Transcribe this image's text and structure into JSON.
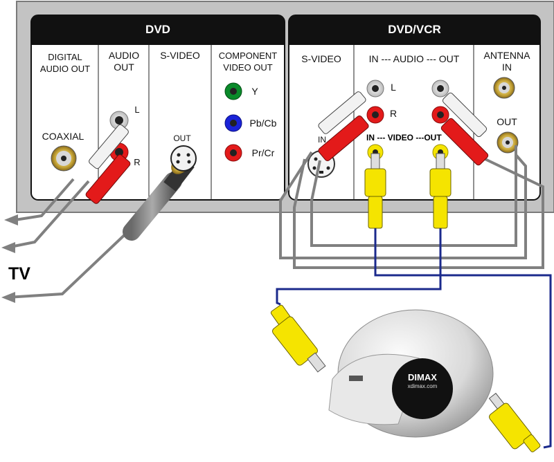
{
  "dvd": {
    "title": "DVD",
    "digital_audio_out": "DIGITAL\nAUDIO OUT",
    "coaxial": "COAXIAL",
    "audio_out": "AUDIO\nOUT",
    "l": "L",
    "r": "R",
    "s_video": "S-VIDEO",
    "out": "OUT",
    "component_video_out": "COMPONENT\nVIDEO OUT",
    "y": "Y",
    "pb_cb": "Pb/Cb",
    "pr_cr": "Pr/Cr"
  },
  "dvdvcr": {
    "title": "DVD/VCR",
    "s_video": "S-VIDEO",
    "in_audio_out": "IN --- AUDIO --- OUT",
    "l": "L",
    "r": "R",
    "in": "IN",
    "video": "IN --- VIDEO ---OUT",
    "antenna_in": "ANTENNA\nIN",
    "antenna_out": "OUT"
  },
  "tv_label": "TV",
  "device": {
    "brand": "DIMAX",
    "site": "xdimax.com"
  },
  "colors": {
    "panel_bg": "#c3c3c3",
    "panel_dark": "#111111",
    "red": "#e31a1a",
    "white_plug": "#f2f2f2",
    "yellow": "#f5e400",
    "green": "#0a8a2a",
    "blue": "#1a23d8",
    "cable_gray": "#808080",
    "cable_blue": "#1b2a8c"
  }
}
